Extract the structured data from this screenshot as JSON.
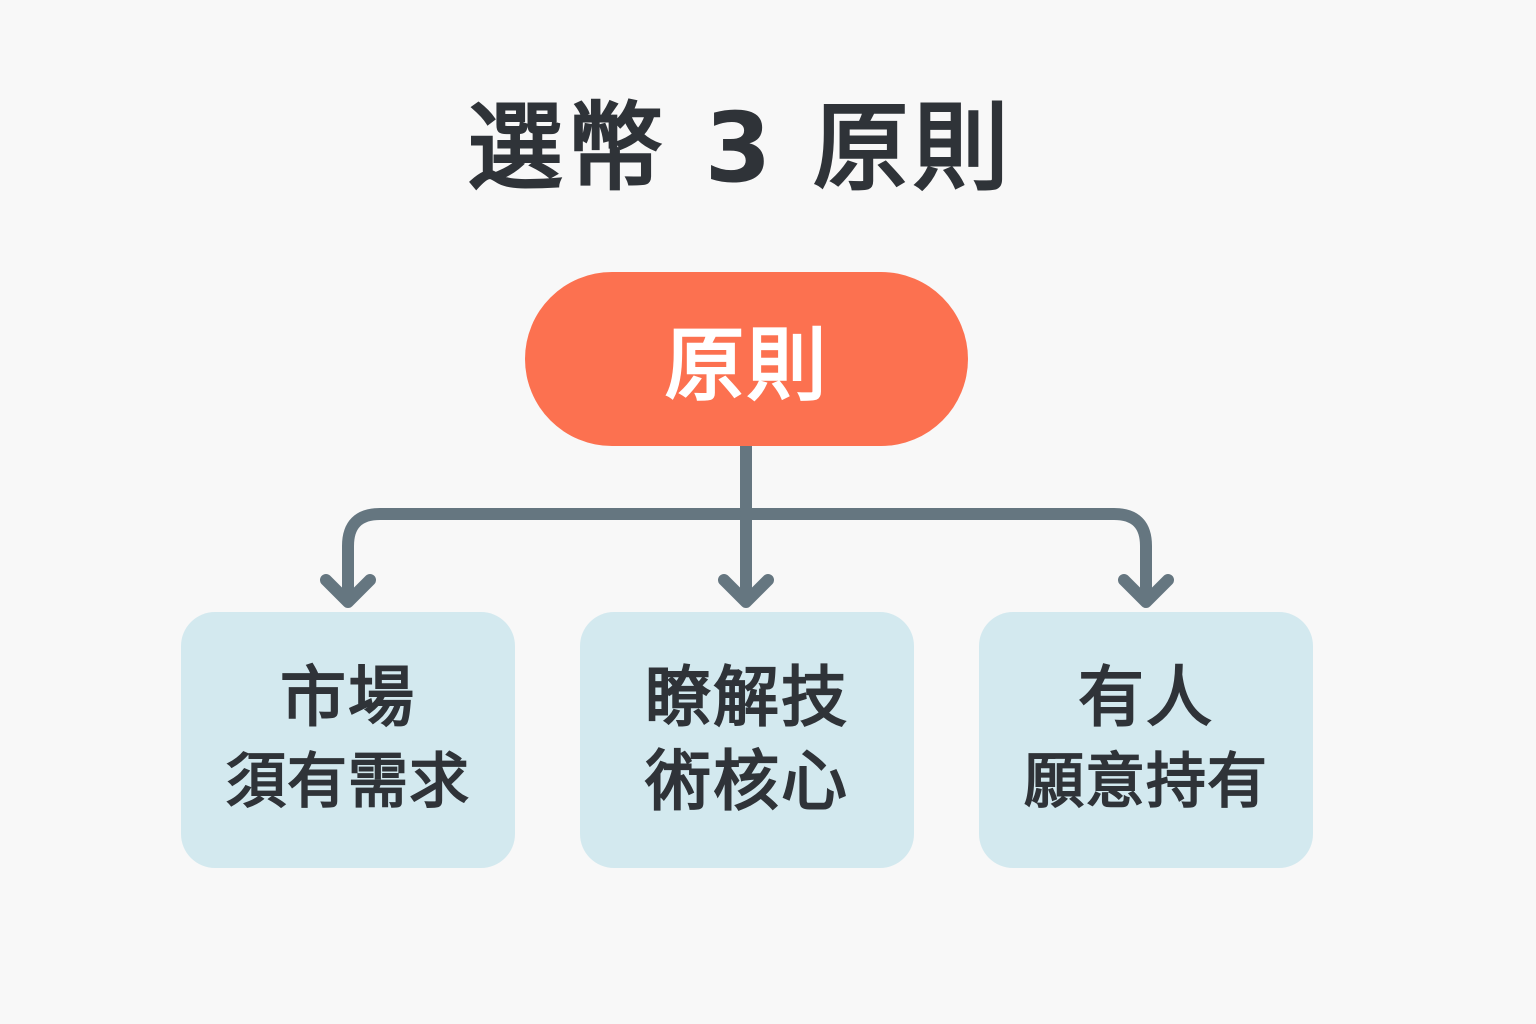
{
  "title": "選幣 3 原則",
  "root": {
    "label": "原則",
    "color": "#fc7150"
  },
  "children": [
    {
      "line1": "市場",
      "line2": "須有需求"
    },
    {
      "line1": "瞭解技",
      "line2": "術核心"
    },
    {
      "line1": "有人",
      "line2": "願意持有"
    }
  ],
  "colors": {
    "background": "#f8f8f8",
    "child_fill": "#d3e9ef",
    "connector": "#657680",
    "text": "#2f3338"
  }
}
